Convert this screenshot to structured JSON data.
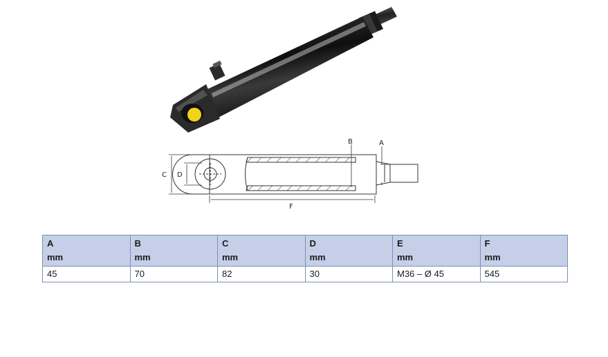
{
  "drawing": {
    "labels": {
      "a": "A",
      "b": "B",
      "c": "C",
      "d": "D",
      "f": "F"
    }
  },
  "table": {
    "headers": [
      {
        "letter": "A",
        "unit": "mm"
      },
      {
        "letter": "B",
        "unit": "mm"
      },
      {
        "letter": "C",
        "unit": "mm"
      },
      {
        "letter": "D",
        "unit": "mm"
      },
      {
        "letter": "E",
        "unit": "mm"
      },
      {
        "letter": "F",
        "unit": "mm"
      }
    ],
    "rows": [
      [
        "45",
        "70",
        "82",
        "30",
        "M36 – Ø 45",
        "545"
      ]
    ]
  },
  "colors": {
    "header_bg": "#c6cfe8",
    "border": "#7d8fb5",
    "cylinder_body": "#1c1c1c",
    "eye_bushing": "#f2d21a"
  },
  "icons": [
    "hydraulic-cylinder-photo",
    "technical-drawing"
  ]
}
